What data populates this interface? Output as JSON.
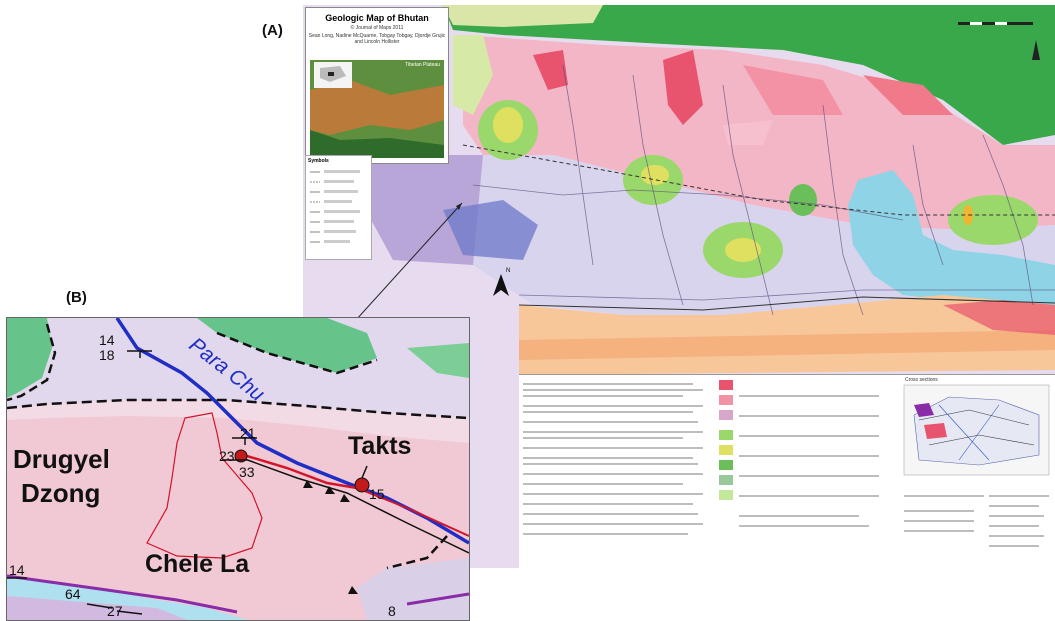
{
  "panels": {
    "a_label": "(A)",
    "b_label": "(B)"
  },
  "map_a": {
    "title": "Geologic Map of Bhutan",
    "subtitle": "© Journal of Maps 2011",
    "authors": "Sean Long, Nadine McQuarrie, Tobgay Tobgay, Djordje Grujic and Lincoln Hollister",
    "inset_label": "Tibetan Plateau",
    "legend_title": "Symbols",
    "cross_section_title": "Cross sections",
    "north_arrow": "N",
    "colors": {
      "gray_green": "#9bc89a",
      "lavender": "#d8d4ee",
      "pink": "#f2b6c6",
      "red": "#e8546e",
      "cyan": "#8fd3e6",
      "orange": "#f7c79a",
      "green": "#39a84a"
    }
  },
  "map_b": {
    "place_1": "Drugyel",
    "place_2": "Dzong",
    "place_3": "Takts",
    "place_4": "Chele La",
    "river": "Para Chu",
    "dips": [
      "14",
      "18",
      "21",
      "23",
      "33",
      "15",
      "14",
      "64",
      "27",
      "8"
    ],
    "colors": {
      "bg_pink": "#f0c9d4",
      "lilac": "#e2d8ee",
      "green": "#66c48a",
      "river": "#1f2ec4",
      "fault": "#d4142a",
      "purple_fault": "#8a2ba8"
    }
  }
}
